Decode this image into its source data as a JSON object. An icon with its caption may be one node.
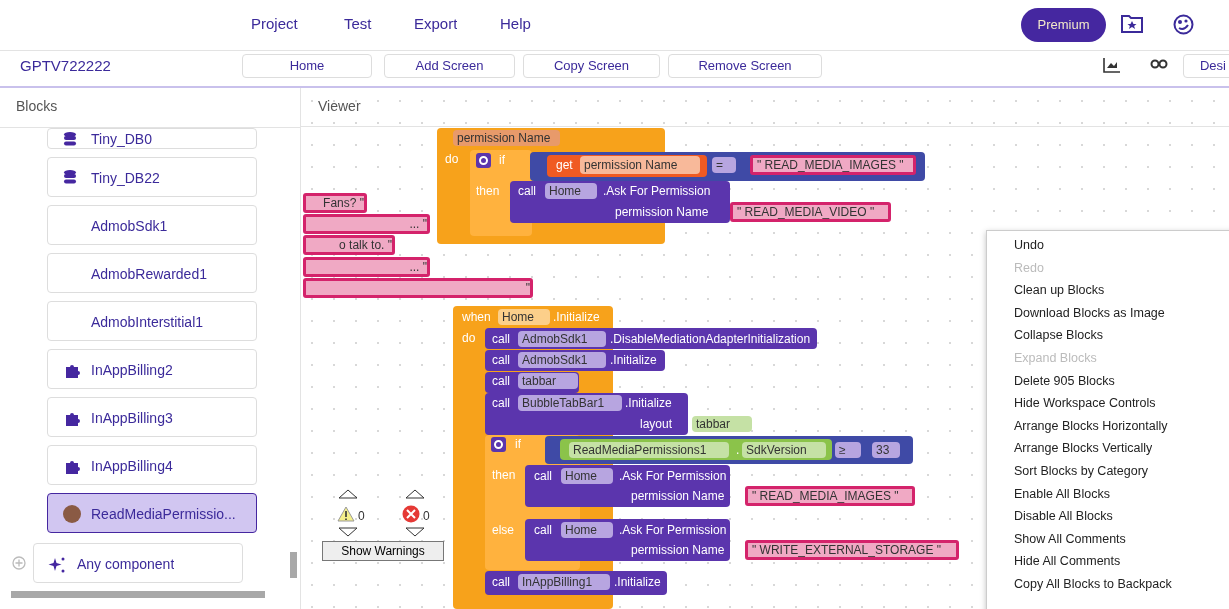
{
  "diagram": {
    "labels": [
      "Project",
      "Test",
      "Export",
      "Help",
      "Premium",
      "GPTV722222",
      "Home",
      "Add Screen",
      "Copy Screen",
      "Remove Screen",
      "Desi",
      "Blocks",
      "Viewer",
      "Tiny_DB0",
      "Tiny_DB22",
      "AdmobSdk1",
      "AdmobRewarded1",
      "AdmobInterstitial1",
      "InAppBilling2",
      "InAppBilling3",
      "InAppBilling4",
      "ReadMediaPermissio...",
      "Any component",
      "permission Name",
      "do",
      "if",
      "get",
      "permission Name",
      "=",
      "\" READ_MEDIA_IMAGES \"",
      "then",
      "call",
      "Home",
      ".Ask For Permission",
      "permission Name",
      "\" READ_MEDIA_VIDEO \"",
      "Fans? \"",
      "... \"",
      "o talk to. \"",
      "... \"",
      "\"",
      "when",
      "Home",
      ".Initialize",
      "do",
      "call",
      "AdmobSdk1",
      ".DisableMediationAdapterInitialization",
      "call",
      "AdmobSdk1",
      ".Initialize",
      "call",
      "tabbar",
      "call",
      "BubbleTabBar1",
      ".Initialize",
      "layout",
      "tabbar",
      "if",
      "ReadMediaPermissions1",
      ".",
      "SdkVersion",
      "≥",
      "33",
      "then",
      "call",
      "Home",
      ".Ask For Permission",
      "permission Name",
      "\" READ_MEDIA_IMAGES \"",
      "else",
      "call",
      "Home",
      ".Ask For Permission",
      "permission Name",
      "\" WRITE_EXTERNAL_STORAGE \"",
      "call",
      "InAppBilling1",
      ".Initialize",
      "0",
      "0",
      "Show Warnings",
      "Undo",
      "Redo",
      "Clean up Blocks",
      "Download Blocks as Image",
      "Collapse Blocks",
      "Expand Blocks",
      "Delete 905 Blocks",
      "Hide Workspace Controls",
      "Arrange Blocks Horizontally",
      "Arrange Blocks Vertically",
      "Sort Blocks by Category",
      "Enable All Blocks",
      "Disable All Blocks",
      "Show All Comments",
      "Hide All Comments",
      "Copy All Blocks to Backpack"
    ]
  }
}
